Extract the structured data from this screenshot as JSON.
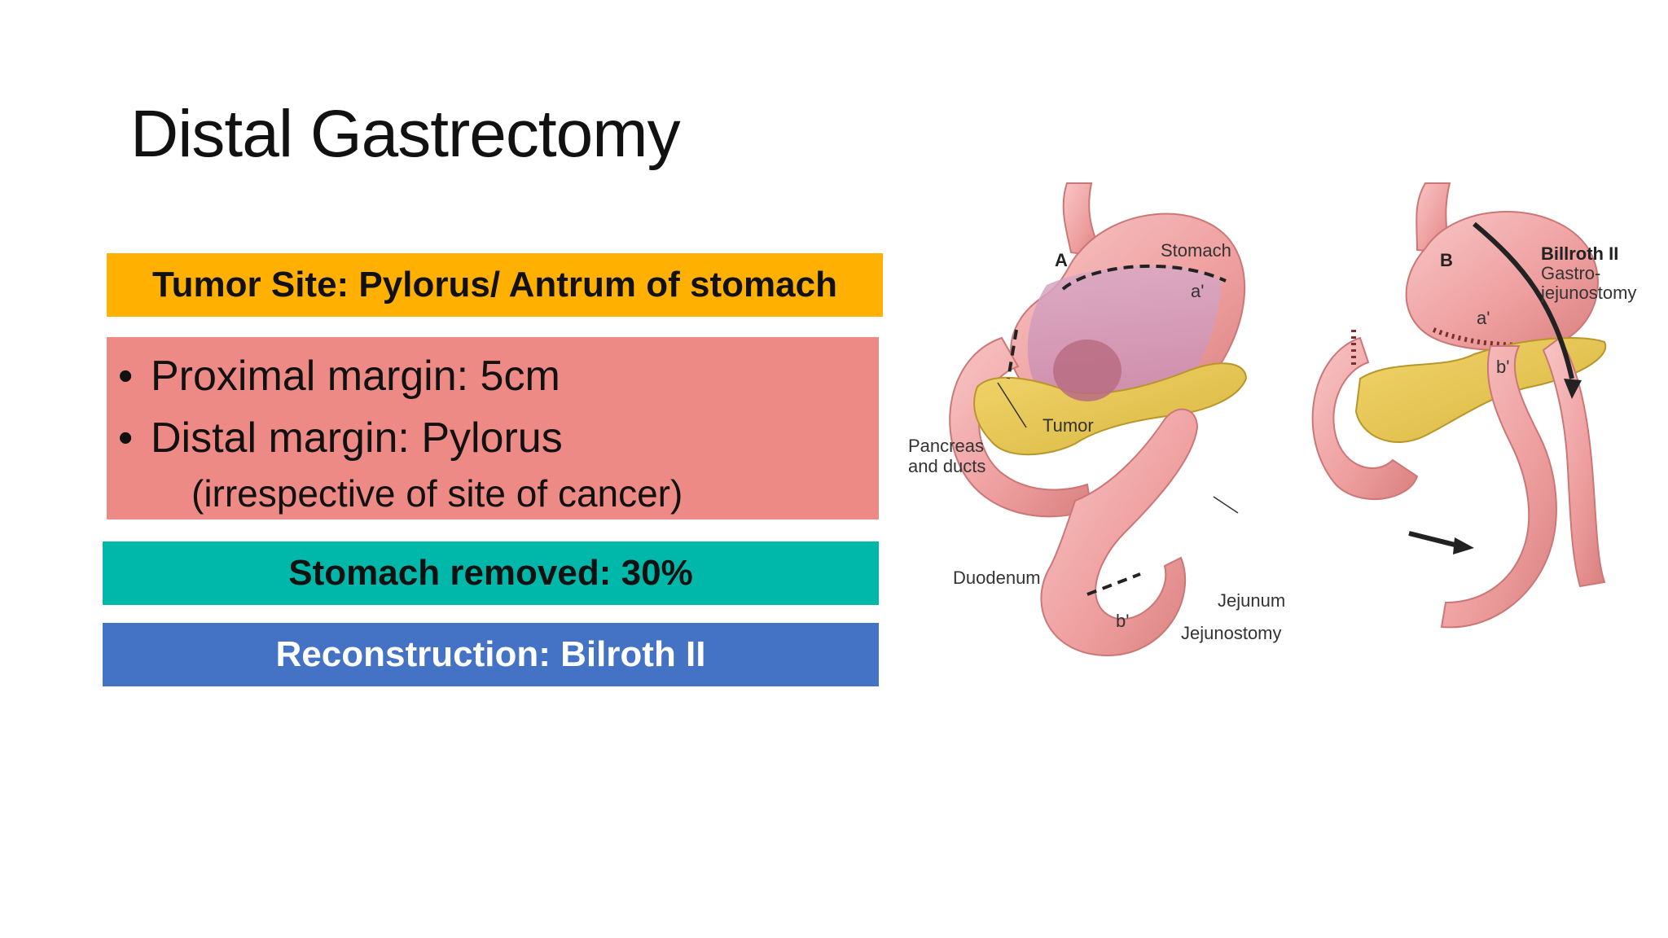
{
  "slide": {
    "title": "Distal Gastrectomy",
    "tumor_site": "Tumor Site: Pylorus/ Antrum of stomach",
    "margins": {
      "items": [
        "Proximal margin: 5cm",
        "Distal margin: Pylorus"
      ],
      "note": "(irrespective of site of cancer)"
    },
    "stomach_removed": "Stomach removed: 30%",
    "reconstruction": "Reconstruction: Bilroth II"
  },
  "figure": {
    "labels": {
      "panel_a": "A",
      "panel_b": "B",
      "stomach": "Stomach",
      "a_prime": "a'",
      "a_prime_b": "a'",
      "b_prime": "b'",
      "b_prime_b": "b'",
      "tumor": "Tumor",
      "pancreas_line1": "Pancreas",
      "pancreas_line2": "and ducts",
      "duodenum": "Duodenum",
      "jejunum": "Jejunum",
      "jejunostomy": "Jejunostomy",
      "billroth_line1": "Billroth II",
      "billroth_line2": "Gastro-",
      "billroth_line3": "jejunostomy"
    }
  },
  "colors": {
    "tumor_site": "#FFB000",
    "margins": "#EE8A85",
    "stomach_removed": "#00B8A9",
    "reconstruction": "#4472C4"
  }
}
